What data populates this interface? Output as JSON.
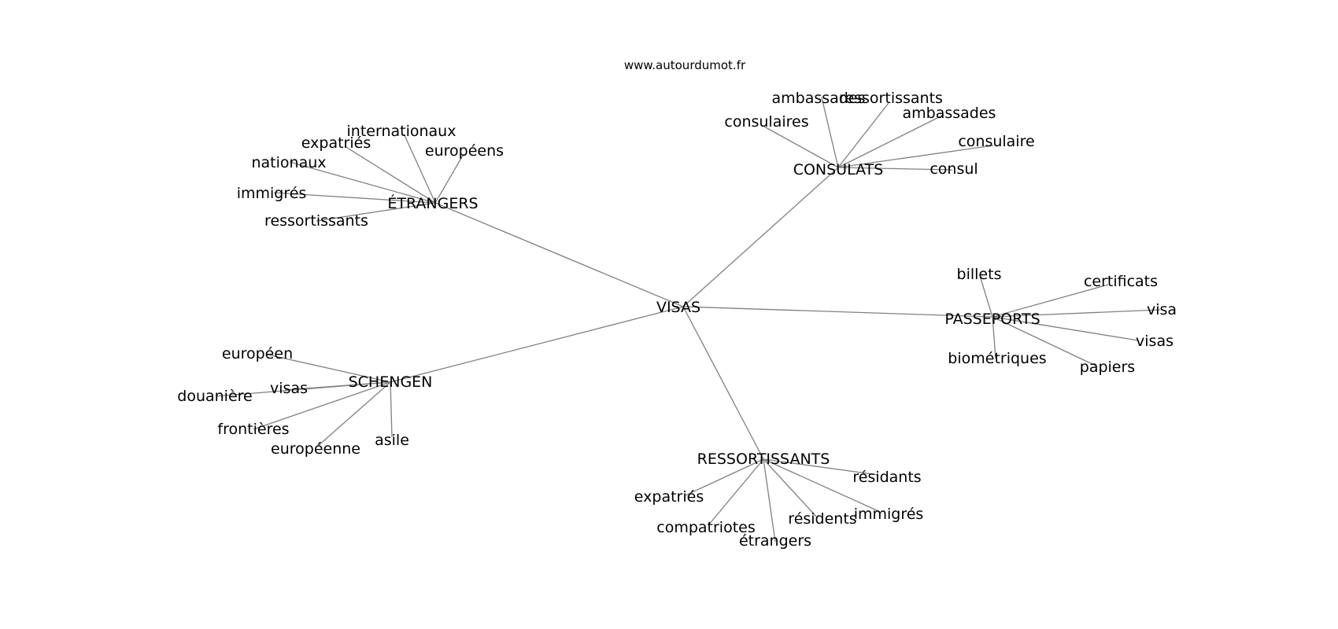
{
  "source_text": "www.autourdumot.fr",
  "center": "VISAS",
  "clusters": [
    {
      "hub": "ÉTRANGERS",
      "leaves": [
        "internationaux",
        "expatriés",
        "européens",
        "nationaux",
        "immigrés",
        "ressortissants"
      ]
    },
    {
      "hub": "CONSULATS",
      "leaves": [
        "ambassades",
        "ressortissants",
        "consulaires",
        "ambassades",
        "consulaire",
        "consul"
      ]
    },
    {
      "hub": "PASSEPORTS",
      "leaves": [
        "billets",
        "certificats",
        "visa",
        "visas",
        "biométriques",
        "papiers"
      ]
    },
    {
      "hub": "SCHENGEN",
      "leaves": [
        "européen",
        "visas",
        "douanière",
        "frontières",
        "européenne",
        "asile"
      ]
    },
    {
      "hub": "RESSORTISSANTS",
      "leaves": [
        "résidants",
        "expatriés",
        "immigrés",
        "résidents",
        "compatriotes",
        "étrangers"
      ]
    }
  ],
  "colors": {
    "edge": "#808080",
    "text": "#000000",
    "background": "#ffffff"
  }
}
